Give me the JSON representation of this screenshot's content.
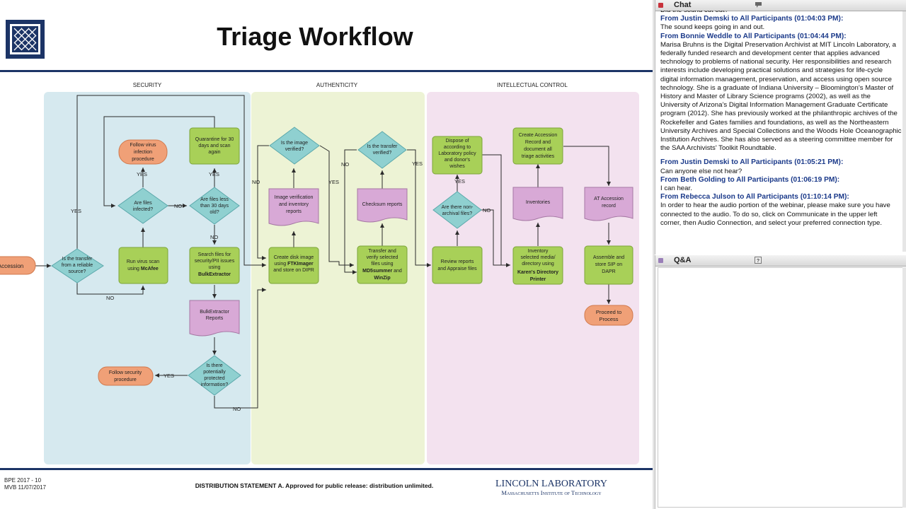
{
  "slide": {
    "title": "Triage Workflow",
    "columns": [
      "SECURITY",
      "AUTHENTICITY",
      "INTELLECTUAL CONTROL"
    ],
    "colors": {
      "security": "#d6e9ef",
      "authenticity": "#edf3d5",
      "intellectual": "#f3e2ef",
      "green": "#a8d058",
      "green_stroke": "#7ca53a",
      "teal": "#8fd0d0",
      "teal_stroke": "#5ba8ab",
      "purple": "#d8a9d6",
      "purple_stroke": "#a678a4",
      "orange": "#f0a077",
      "orange_stroke": "#d0794d",
      "navy": "#1c3466"
    },
    "nodes": {
      "accession": "Accession",
      "reliable_source": [
        "Is the transfer",
        "from a reliable",
        "source?"
      ],
      "virus_scan": [
        "Run virus scan",
        "using ",
        "McAfee"
      ],
      "files_infected": [
        "Are files",
        "infected?"
      ],
      "follow_virus": [
        "Follow virus",
        "infection",
        "procedure"
      ],
      "quarantine": [
        "Quarantine for 30",
        "days and scan",
        "again"
      ],
      "less_than_30": [
        "Are files less",
        "than 30 days",
        "old?"
      ],
      "search_files": [
        "Search files for",
        "security/PII issues",
        "using",
        "BulkExtractor"
      ],
      "bulk_reports": [
        "BulkExtractor",
        "Reports"
      ],
      "protected_info": [
        "Is there",
        "potentially",
        "protected",
        "information?"
      ],
      "follow_security": [
        "Follow security",
        "procedure"
      ],
      "disk_image": [
        "Create disk image",
        "using ",
        "FTKImager",
        "and store on DIPR"
      ],
      "image_verification": [
        "Image verification",
        "and inventory",
        "reports"
      ],
      "image_verified": [
        "Is the image",
        "verified?"
      ],
      "transfer_verify": [
        "Transfer and",
        "verify selected",
        "files using",
        "MD5summer",
        " and",
        "WinZip"
      ],
      "checksum": [
        "Checksum reports"
      ],
      "transfer_verified": [
        "Is the transfer",
        "verified?"
      ],
      "review_reports": [
        "Review reports",
        "and Appraise files"
      ],
      "non_archival": [
        "Are there non-",
        "archival files?"
      ],
      "dispose": [
        "Dispose of",
        "according to",
        "Laboratory policy",
        "and donor's",
        "wishes"
      ],
      "inventory_media": [
        "Inventory",
        "selected media/",
        "directory using",
        "Karen's Directory",
        "Printer"
      ],
      "inventories": [
        "Inventories"
      ],
      "accession_record": [
        "Create Accession",
        "Record and",
        "document all",
        "triage activities"
      ],
      "at_record": [
        "AT Accession",
        "record"
      ],
      "assemble_sip": [
        "Assemble and",
        "store SIP on",
        "DAPR"
      ],
      "proceed": [
        "Proceed to",
        "Process"
      ]
    },
    "edge_labels": {
      "yes": "YES",
      "no": "NO"
    },
    "footer": {
      "left_line1": "BPE 2017 - 10",
      "left_line2": "MVB  11/07/2017",
      "statement": "DISTRIBUTION STATEMENT A. Approved for public release: distribution unlimited.",
      "lab_name": "LINCOLN LABORATORY",
      "lab_sub": "Massachusetts Institute of Technology"
    }
  },
  "chat": {
    "title": "Chat",
    "icon": "speech-bubble-icon",
    "messages": [
      {
        "type": "msg",
        "text": "Did the sound cut out?"
      },
      {
        "type": "from",
        "text": "From Justin Demski to All Participants (01:04:03 PM):"
      },
      {
        "type": "msg",
        "text": "The sound keeps going in and out."
      },
      {
        "type": "from",
        "text": "From Bonnie Weddle to All Participants (01:04:44 PM):"
      },
      {
        "type": "msg",
        "text": "Marisa Bruhns is the Digital Preservation Archivist at MIT Lincoln Laboratory, a"
      },
      {
        "type": "msg",
        "text": "federally funded research and development center that applies advanced"
      },
      {
        "type": "msg",
        "text": "technology to problems of national security. Her responsibilities and research"
      },
      {
        "type": "msg",
        "text": "interests include developing practical solutions and strategies for life-cycle"
      },
      {
        "type": "msg",
        "text": "digital information management, preservation, and access using open source"
      },
      {
        "type": "msg",
        "text": "technology. She is a graduate of Indiana University – Bloomington’s Master of"
      },
      {
        "type": "msg",
        "text": "History and Master of Library Science programs (2002), as well as the"
      },
      {
        "type": "msg",
        "text": "University of Arizona’s Digital Information Management Graduate Certificate"
      },
      {
        "type": "msg",
        "text": "program (2012). She has previously worked at the philanthropic archives of the"
      },
      {
        "type": "msg",
        "text": "Rockefeller and Gates families and foundations, as well as the Northeastern"
      },
      {
        "type": "msg",
        "text": "University Archives and Special Collections and the Woods Hole Oceanographic"
      },
      {
        "type": "msg",
        "text": "Institution Archives. She has also served as a steering committee member for"
      },
      {
        "type": "msg",
        "text": "the SAA Archivists' Toolkit Roundtable."
      },
      {
        "type": "gap",
        "text": ""
      },
      {
        "type": "from",
        "text": "From Justin Demski to All Participants (01:05:21 PM):"
      },
      {
        "type": "msg",
        "text": "Can anyone else not hear?"
      },
      {
        "type": "from",
        "text": "From Beth Golding to All Participants (01:06:19 PM):"
      },
      {
        "type": "msg",
        "text": "I can hear."
      },
      {
        "type": "from",
        "text": "From Rebecca Julson to All Participants (01:10:14 PM):"
      },
      {
        "type": "msg",
        "text": "In order to hear the audio portion of the webinar, please make sure you have"
      },
      {
        "type": "msg",
        "text": "connected to the audio. To do so, click on Communicate in the upper left"
      },
      {
        "type": "msg",
        "text": "corner, then Audio Connection, and select your preferred connection type."
      }
    ]
  },
  "qa": {
    "title": "Q&A",
    "icon": "help-icon"
  }
}
